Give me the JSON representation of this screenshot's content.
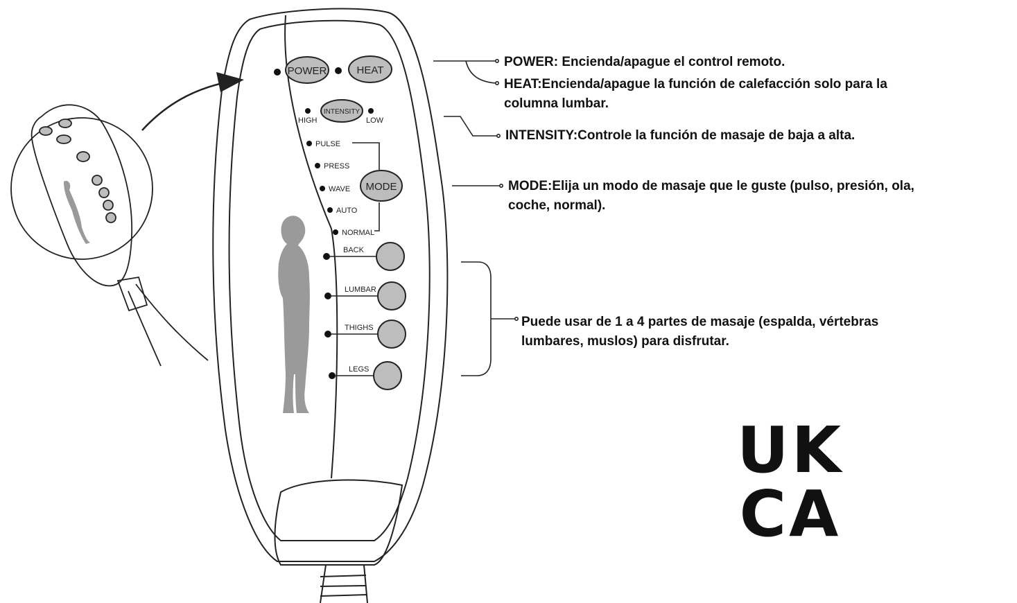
{
  "remote": {
    "buttons": {
      "power": "POWER",
      "heat": "HEAT",
      "intensity": "INTENSITY",
      "mode": "MODE"
    },
    "intensity_levels": {
      "high": "HIGH",
      "low": "LOW"
    },
    "modes": [
      "PULSE",
      "PRESS",
      "WAVE",
      "AUTO",
      "NORMAL"
    ],
    "zones": [
      "BACK",
      "LUMBAR",
      "THIGHS",
      "LEGS"
    ]
  },
  "callouts": {
    "power": "POWER: Encienda/apague el control remoto.",
    "heat_line1": "HEAT:Encienda/apague la función de calefacción solo para la",
    "heat_line2": "columna lumbar.",
    "intensity": "INTENSITY:Controle la función de masaje de baja a alta.",
    "mode_line1": "MODE:Elija un modo de masaje que le guste (pulso, presión, ola,",
    "mode_line2": "coche, normal).",
    "zones_line1": "Puede usar de 1 a 4 partes de masaje (espalda, vértebras",
    "zones_line2": "lumbares, muslos) para disfrutar."
  },
  "certification_mark": {
    "line1": "UK",
    "line2": "CA"
  },
  "colors": {
    "line": "#222222",
    "button_fill": "#bdbdbd",
    "figure_fill": "#9a9a9a",
    "mark": "#111111"
  }
}
